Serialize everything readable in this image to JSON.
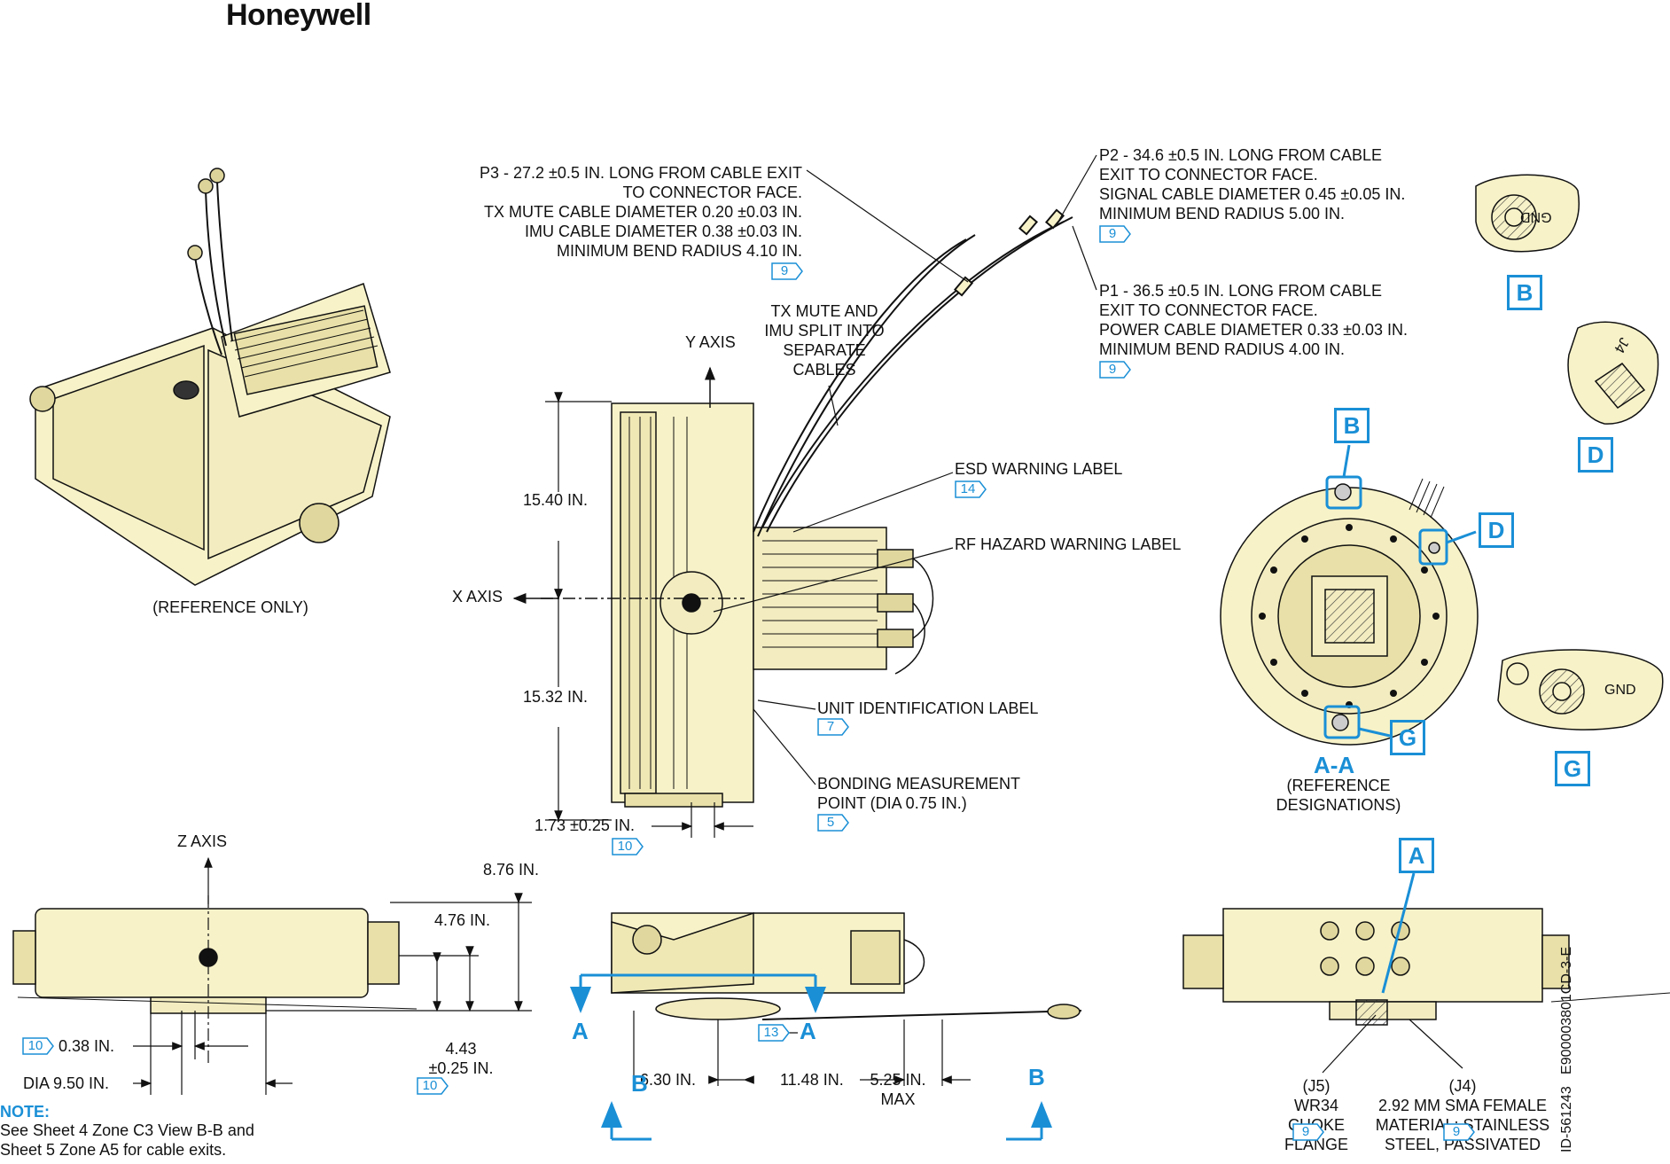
{
  "logo": "Honeywell",
  "colors": {
    "accent": "#1a8fd6",
    "unit_fill": "#f7f2c8",
    "line": "#111111"
  },
  "reference_only": "(REFERENCE ONLY)",
  "callouts": {
    "p3": "P3 - 27.2 ±0.5 IN. LONG FROM CABLE EXIT\nTO CONNECTOR FACE.\nTX MUTE CABLE DIAMETER 0.20 ±0.03 IN.\nIMU CABLE DIAMETER 0.38 ±0.03 IN.\nMINIMUM BEND RADIUS 4.10 IN.",
    "p2": "P2 - 34.6 ±0.5 IN. LONG FROM CABLE\nEXIT TO CONNECTOR FACE.\nSIGNAL CABLE DIAMETER 0.45 ±0.05 IN.\nMINIMUM BEND RADIUS 5.00 IN.",
    "p1": "P1 - 36.5 ±0.5 IN. LONG FROM CABLE\nEXIT TO CONNECTOR FACE.\nPOWER CABLE DIAMETER 0.33 ±0.03 IN.\nMINIMUM BEND RADIUS 4.00 IN.",
    "tx_mute": "TX MUTE AND\nIMU SPLIT INTO\nSEPARATE\nCABLES",
    "esd": "ESD WARNING LABEL",
    "rf": "RF HAZARD WARNING LABEL",
    "unit_id": "UNIT IDENTIFICATION LABEL",
    "bonding": "BONDING MEASUREMENT\nPOINT (DIA 0.75 IN.)",
    "j5": "(J5)\nWR34\nCHOKE\nFLANGE",
    "j4": "(J4)\n2.92 MM SMA FEMALE\nMATERIAL: STAINLESS\nSTEEL, PASSIVATED",
    "aa_ref": "(REFERENCE\nDESIGNATIONS)"
  },
  "axes": {
    "y": "Y AXIS",
    "x": "X AXIS",
    "z": "Z AXIS"
  },
  "dims": {
    "d1540": "15.40 IN.",
    "d1532": "15.32 IN.",
    "d173": "1.73 ±0.25 IN.",
    "d876": "8.76 IN.",
    "d476": "4.76 IN.",
    "d038": "0.38 IN.",
    "d443": "4.43\n±0.25 IN.",
    "d950": "DIA 9.50 IN.",
    "d630": "6.30 IN.",
    "d1148": "11.48 IN.",
    "d525": "5.25 IN.\nMAX"
  },
  "flags": {
    "f9a": "9",
    "f9b": "9",
    "f9c": "9",
    "f14": "14",
    "f7": "7",
    "f5": "5",
    "f10a": "10",
    "f10b": "10",
    "f10c": "10",
    "f13": "13",
    "f9d": "9",
    "f9e": "9"
  },
  "section": {
    "aa": "A-A",
    "a": "A",
    "b": "B",
    "d": "D",
    "g": "G"
  },
  "detail_text": {
    "gnd": "GND",
    "j4": "J4"
  },
  "note": {
    "title": "NOTE:",
    "text": "See Sheet 4 Zone C3 View B-B and\nSheet 5 Zone A5 for cable exits."
  },
  "doc_id": "ID-561243   E900003801CD-3-E"
}
